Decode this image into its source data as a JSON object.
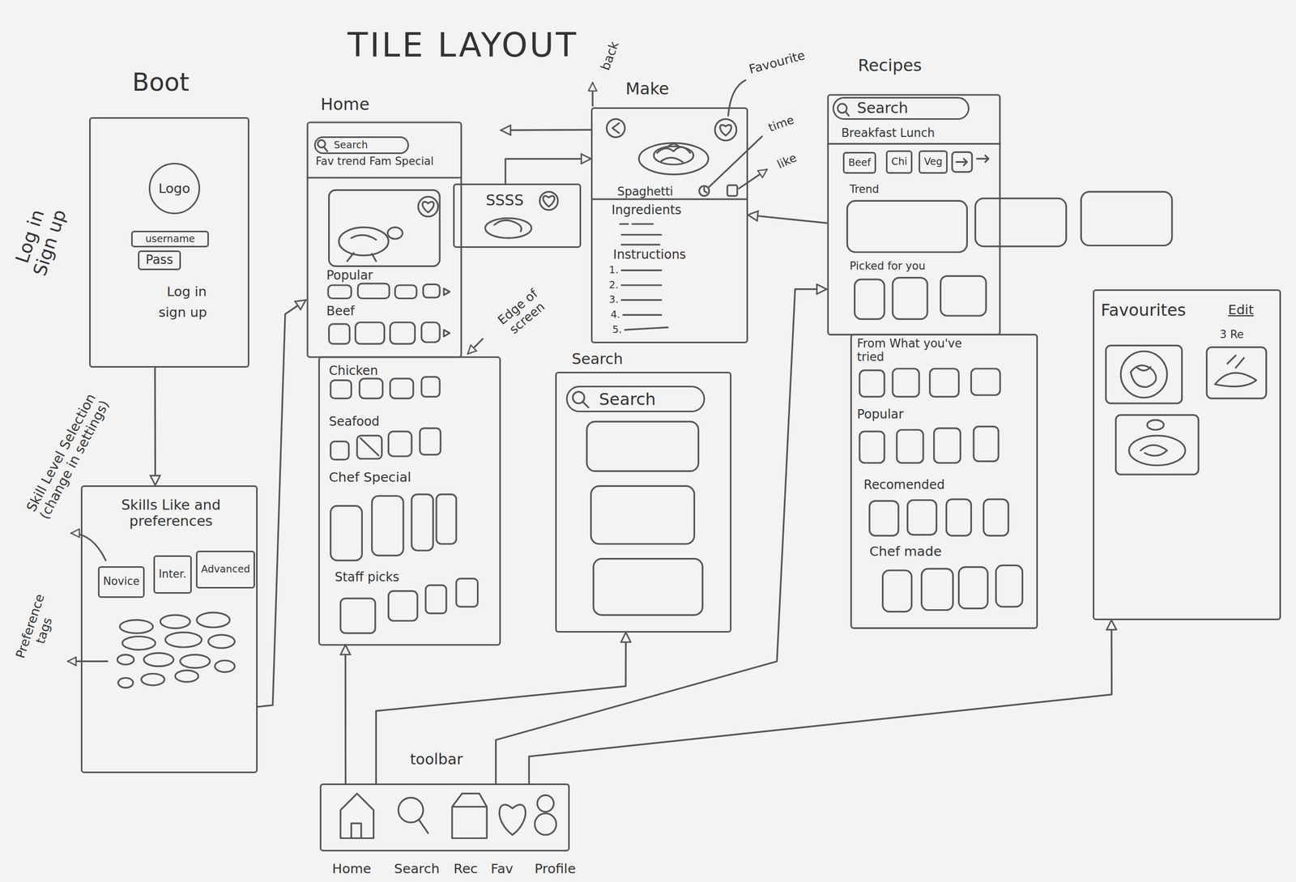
{
  "diagram": {
    "title": "TILE LAYOUT",
    "nodes": [
      {
        "text": [
          "Boot",
          "Log in",
          "sign up"
        ]
      },
      {
        "text": [
          "Logo"
        ],
        "in": 0
      },
      {
        "text": [
          "username"
        ],
        "in": 0
      },
      {
        "text": [
          "Pass"
        ],
        "in": 0
      },
      {
        "text": [
          "Skills Like and preferences"
        ]
      },
      {
        "text": [
          "Novice"
        ],
        "in": 4
      },
      {
        "text": [
          "Inter."
        ],
        "in": 4
      },
      {
        "text": [
          "Advanced"
        ],
        "in": 4
      },
      {
        "text": [
          "Home",
          "Fav trend Fam Special",
          "Popular",
          "Beef",
          "Chicken",
          "Seafood",
          "Chef Special",
          "Staff picks"
        ]
      },
      {
        "text": [
          "Search"
        ],
        "in": 8
      },
      {
        "text": [
          "SSSS"
        ]
      },
      {
        "text": [
          "Make",
          "Spaghetti",
          "Ingredients",
          "Instructions",
          "1.",
          "2.",
          "3.",
          "4.",
          "5."
        ]
      },
      {
        "text": [
          "Search"
        ]
      },
      {
        "text": [
          "Search"
        ],
        "in": 12
      },
      {
        "text": [
          "Recipes",
          "Breakfast Lunch",
          "Trend",
          "Picked for you",
          "From What you've tried",
          "Popular",
          "Recomended",
          "Chef made"
        ]
      },
      {
        "text": [
          "Search"
        ],
        "in": 14
      },
      {
        "text": [
          "Beef"
        ],
        "in": 14
      },
      {
        "text": [
          "Chi"
        ],
        "in": 14
      },
      {
        "text": [
          "Veg"
        ],
        "in": 14
      },
      {
        "text": [
          "Favourites",
          "Edit",
          "3 Re"
        ]
      },
      {
        "text": [
          "Home",
          "Search",
          "Rec",
          "Fav",
          "Profile"
        ]
      }
    ],
    "edges": [
      {
        "from": 0,
        "to": 4,
        "arrow": "to"
      },
      {
        "from": 4,
        "to": 8,
        "arrow": "to"
      },
      {
        "from": 10,
        "to": 11,
        "arrow": "to"
      },
      {
        "from": 11,
        "to": 8,
        "arrow": "to"
      },
      {
        "from": 14,
        "to": 11,
        "arrow": "to"
      },
      {
        "from": 20,
        "to": 8,
        "arrow": "to"
      },
      {
        "from": 20,
        "to": 12,
        "arrow": "to"
      },
      {
        "from": 20,
        "to": 14,
        "arrow": "to"
      },
      {
        "from": 20,
        "to": 19,
        "arrow": "to"
      }
    ],
    "labels": [
      "Log in Sign up",
      "Skill Level Selection (change in settings)",
      "Preference tags",
      "Edge of screen",
      "back",
      "Favourite",
      "time",
      "like",
      "toolbar"
    ]
  }
}
